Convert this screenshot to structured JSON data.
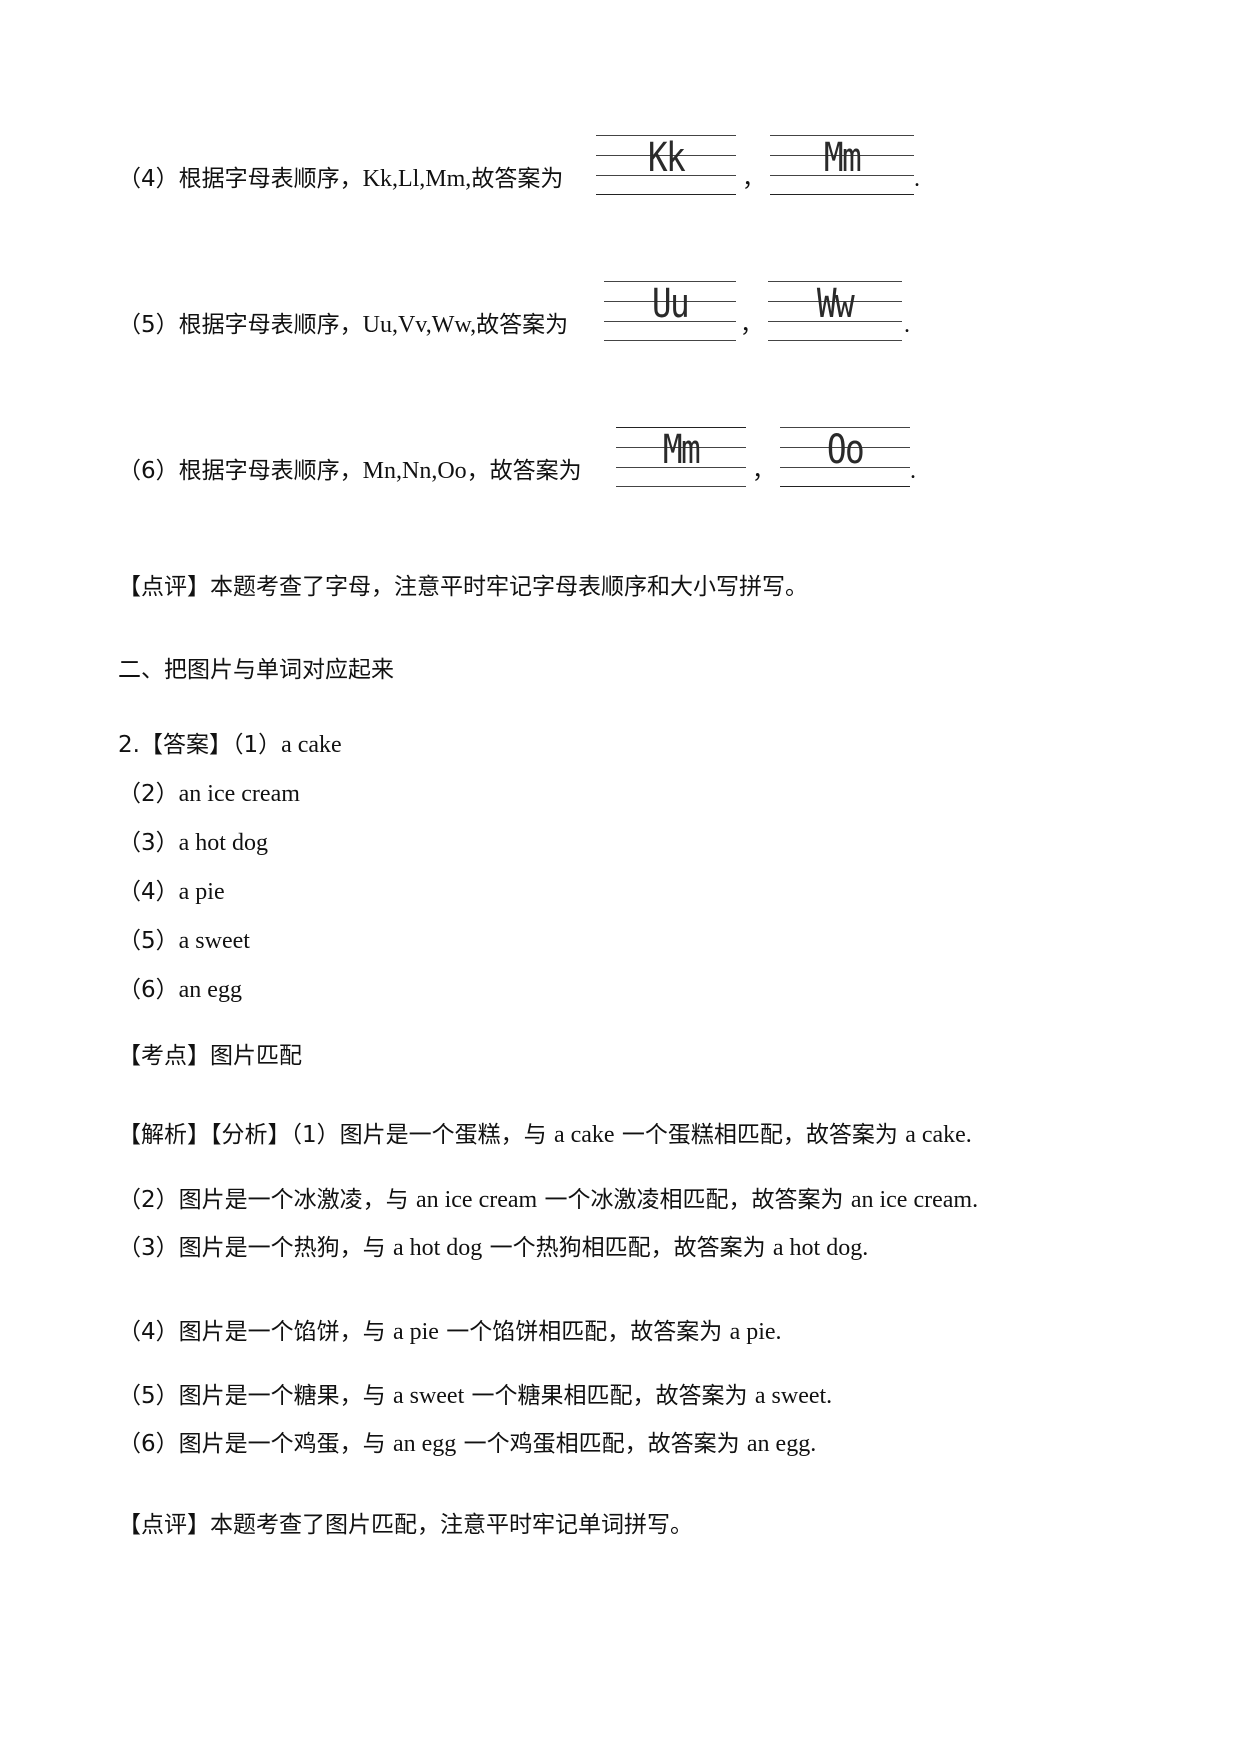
{
  "letter_items": [
    {
      "prefix": "（4）根据字母表顺序，",
      "seq": "Kk,Ll,Mm,",
      "suffix": "故答案为",
      "answer1": "Kk",
      "comma": "，",
      "answer2": "Mm",
      "end": "."
    },
    {
      "prefix": "（5）根据字母表顺序，",
      "seq": "Uu,Vv,Ww,",
      "suffix": "故答案为",
      "answer1": "Uu",
      "comma": "，",
      "answer2": "Ww",
      "end": "."
    },
    {
      "prefix": "（6）根据字母表顺序，",
      "seq": "Mn,Nn,Oo",
      "suffix": "，故答案为",
      "answer1": "Mm",
      "comma": "，",
      "answer2": "Oo",
      "end": "."
    }
  ],
  "review1": "【点评】本题考查了字母，注意平时牢记字母表顺序和大小写拼写。",
  "section2_title": "二、把图片与单词对应起来",
  "answer": {
    "intro": "2.【答案】（1）",
    "first": "a cake",
    "items": [
      {
        "num": "（2）",
        "text": "an ice cream"
      },
      {
        "num": "（3）",
        "text": "a hot dog"
      },
      {
        "num": "（4）",
        "text": "a pie"
      },
      {
        "num": "（5）",
        "text": "a sweet"
      },
      {
        "num": "（6）",
        "text": "an egg"
      }
    ]
  },
  "kaodian": "【考点】图片匹配",
  "analysis": [
    {
      "pre": "【解析】【分析】（1）图片是一个蛋糕，与 ",
      "en1": "a cake",
      "mid": " 一个蛋糕相匹配，故答案为 ",
      "en2": "a cake."
    },
    {
      "pre": "（2）图片是一个冰激凌，与 ",
      "en1": "an ice cream",
      "mid": " 一个冰激凌相匹配，故答案为 ",
      "en2": "an ice cream."
    },
    {
      "pre": "（3）图片是一个热狗，与 ",
      "en1": "a hot dog",
      "mid": " 一个热狗相匹配，故答案为 ",
      "en2": "a hot dog."
    },
    {
      "pre": "（4）图片是一个馅饼，与 ",
      "en1": "a pie",
      "mid": " 一个馅饼相匹配，故答案为 ",
      "en2": "a pie."
    },
    {
      "pre": "（5）图片是一个糖果，与 ",
      "en1": "a sweet",
      "mid": " 一个糖果相匹配，故答案为 ",
      "en2": "a sweet."
    },
    {
      "pre": "（6）图片是一个鸡蛋，与 ",
      "en1": "an egg",
      "mid": " 一个鸡蛋相匹配，故答案为 ",
      "en2": "an egg."
    }
  ],
  "review2": "【点评】本题考查了图片匹配，注意平时牢记单词拼写。"
}
